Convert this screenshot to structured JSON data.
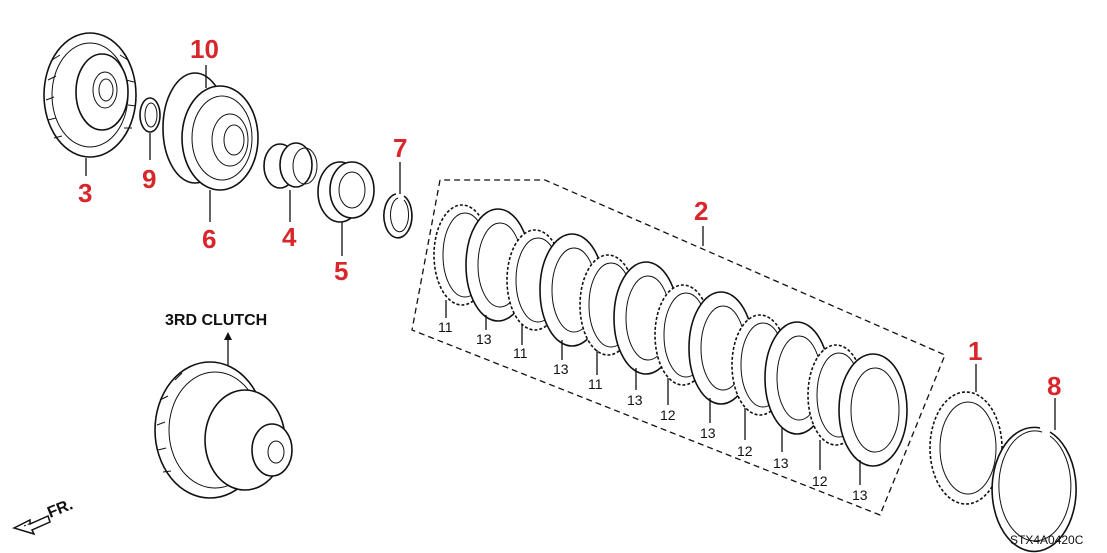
{
  "title": "3RD CLUTCH",
  "diagram_code": "STX4A0420C",
  "front_marker": "FR.",
  "callouts": [
    {
      "id": "1",
      "label": "1"
    },
    {
      "id": "2",
      "label": "2"
    },
    {
      "id": "3",
      "label": "3"
    },
    {
      "id": "4",
      "label": "4"
    },
    {
      "id": "5",
      "label": "5"
    },
    {
      "id": "6",
      "label": "6"
    },
    {
      "id": "7",
      "label": "7"
    },
    {
      "id": "8",
      "label": "8"
    },
    {
      "id": "9",
      "label": "9"
    },
    {
      "id": "10",
      "label": "10"
    }
  ],
  "disc_labels": [
    "11",
    "13",
    "11",
    "13",
    "11",
    "13",
    "12",
    "13",
    "12",
    "13",
    "12",
    "13"
  ],
  "colors": {
    "callout": "#d9262b",
    "line": "#111111"
  }
}
